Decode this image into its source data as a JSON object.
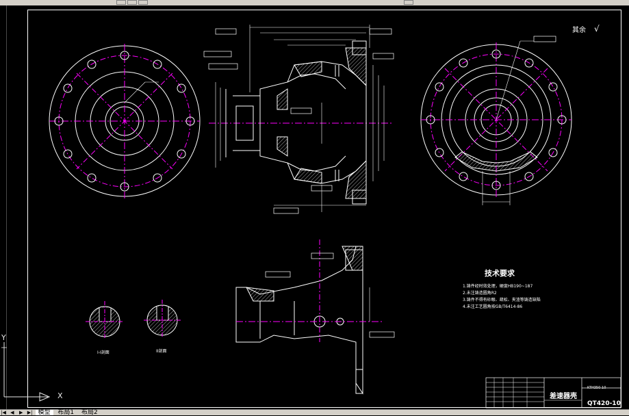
{
  "window": {
    "toolbar_buttons": [
      "btn-a",
      "btn-b",
      "btn-c"
    ]
  },
  "drawing": {
    "surface_note": "其余",
    "tech_requirements": {
      "title": "技术要求",
      "lines": [
        "1.铸件经时效处理，硬度HB190~187",
        "2.未注铸造圆角R2",
        "3.铸件不得有砂眼、疏松、夹渣等铸造缺陷",
        "4.未注工艺圆角按GB/T6414-86"
      ]
    },
    "title_block": {
      "part_name": "差速器壳",
      "drawing_no": "QT420-10",
      "material": "KTH350-10"
    },
    "section_labels": [
      "I-I剖面",
      "II剖面"
    ]
  },
  "ucs": {
    "x_label": "X",
    "y_label": "Y"
  },
  "tabs": {
    "items": [
      "模型",
      "布局1",
      "布局2"
    ],
    "active": 0
  },
  "colors": {
    "background": "#000000",
    "lines": "#ffffff",
    "centerlines": "#ff00ff",
    "ucs": "#e8e8e8"
  }
}
